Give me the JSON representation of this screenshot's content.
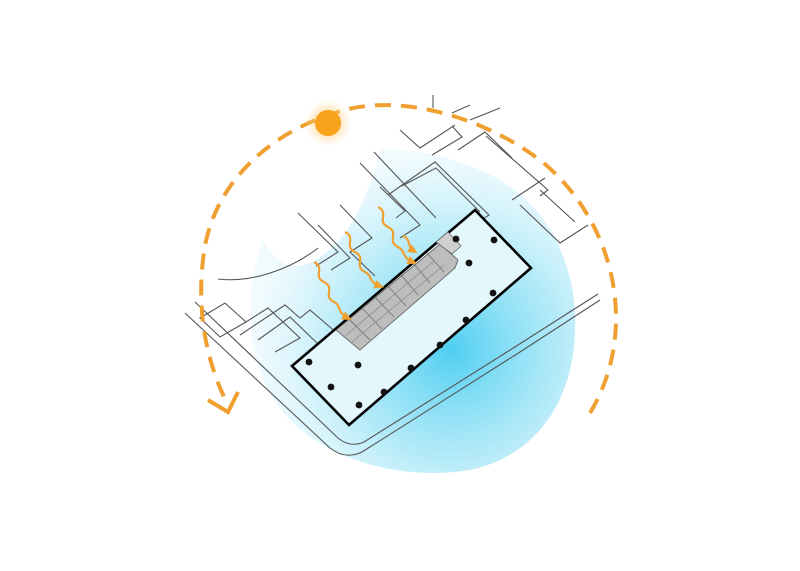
{
  "diagram": {
    "kind": "solar-orientation-site-plan",
    "icons": {
      "sun": "sun-icon",
      "sun_path": "dashed-arc-arrow",
      "light_rays": "wavy-arrow"
    },
    "colors": {
      "sun": "#f7a21b",
      "sun_glow": "#ffb347",
      "sun_path": "#f0a030",
      "ray": "#f0a030",
      "sky_glow": "#5cd3f0",
      "site_lines": "#555555",
      "building_outline": "#000000",
      "building_fill": "#dff6fb",
      "core_fill": "#bdbdbd",
      "column": "#111111"
    },
    "counts": {
      "light_rays": 4,
      "columns": 12,
      "core_units": 8
    }
  }
}
